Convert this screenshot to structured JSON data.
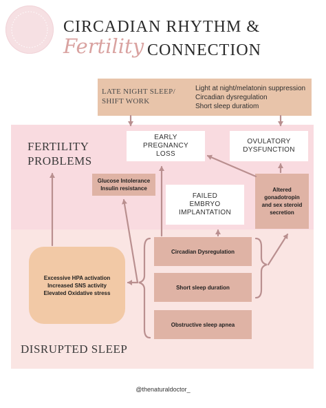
{
  "header": {
    "title_part1": "CIRCADIAN RHYTHM &",
    "title_script": "Fertility",
    "title_part2": "CONNECTION"
  },
  "top_box": {
    "left_label": "LATE NIGHT SLEEP/ SHIFT WORK",
    "items": [
      "Light at night/melatonin suppression",
      "Circadian dysregulation",
      "Short sleep duratiom"
    ]
  },
  "section_labels": {
    "fertility": "FERTILITY PROBLEMS",
    "sleep": "DISRUPTED SLEEP"
  },
  "boxes": {
    "early_pregnancy": "EARLY PREGNANCY LOSS",
    "ovulatory": "OVULATORY DYSFUNCTION",
    "glucose": "Glucose Intolerance Insulin resistance",
    "failed_embryo": "FAILED EMBRYO IMPLANTATION",
    "altered": "Altered gonadotropin and sex steroid secretion",
    "hpa": "Excessive HPA activation Increased SNS activity Elevated Oxidative stress",
    "circadian": "Circadian Dysregulation",
    "short_sleep": "Short sleep duration",
    "apnea": "Obstructive sleep apnea"
  },
  "footer": {
    "handle": "@thenaturaldoctor_"
  },
  "colors": {
    "band_pink": "#f9dbe0",
    "band_blush": "#fae5e3",
    "top_box": "#e8c4aa",
    "rose_box": "#dfb3a5",
    "peach_box": "#f2c9a6",
    "arrow": "#b98f8f",
    "script_title": "#d9a2a0"
  }
}
